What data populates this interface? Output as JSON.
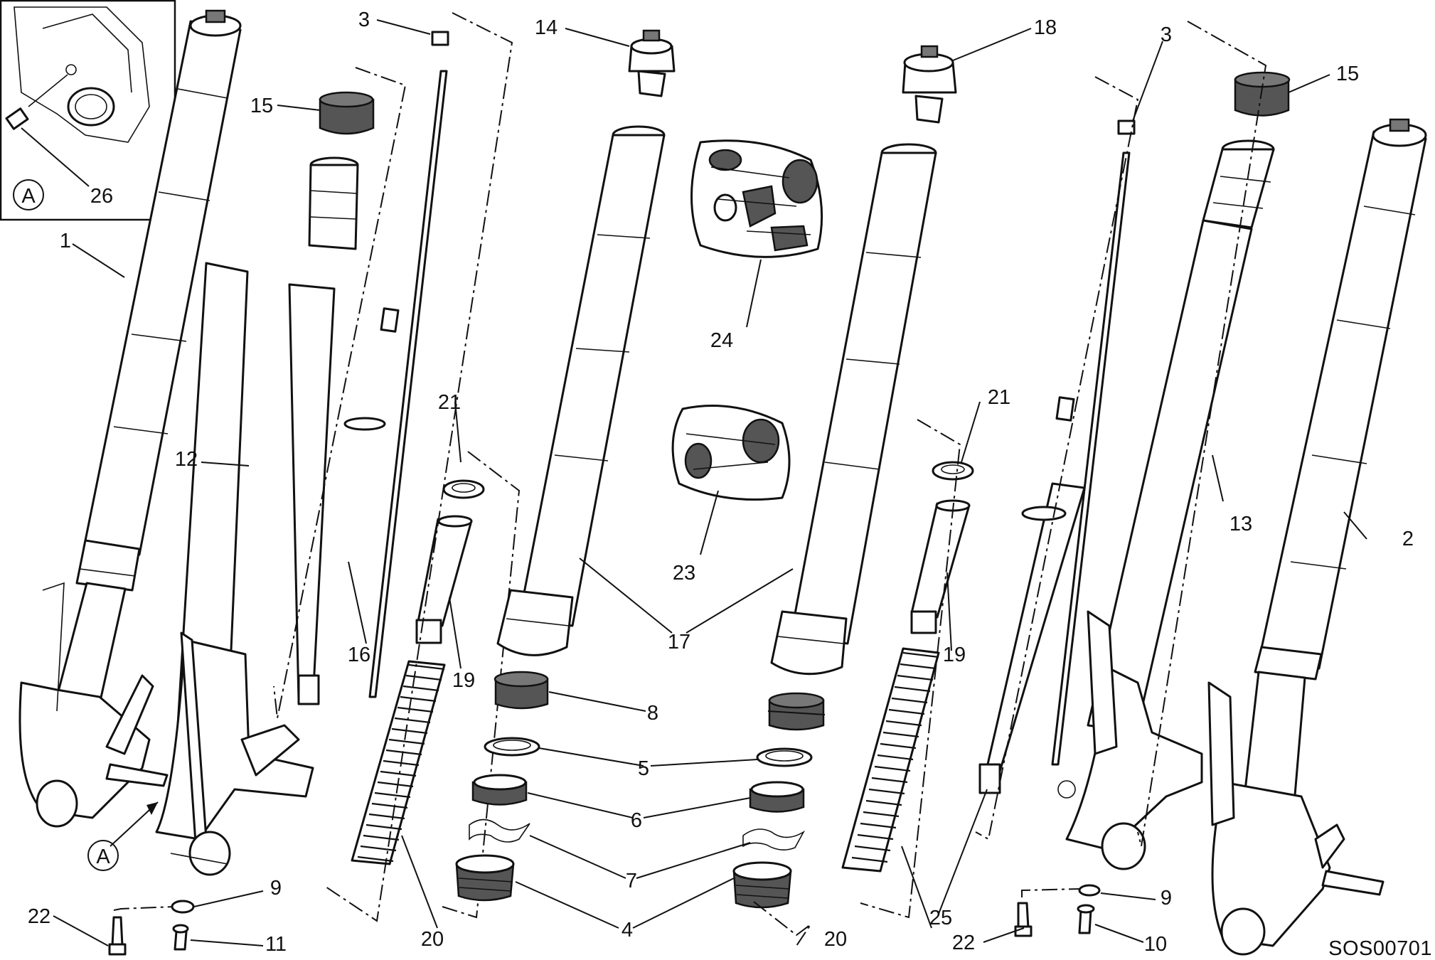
{
  "diagram": {
    "drawing_code": "SOS00701",
    "detail_marker": "A",
    "callouts": [
      "1",
      "2",
      "3",
      "3",
      "4",
      "5",
      "6",
      "7",
      "8",
      "9",
      "9",
      "10",
      "11",
      "12",
      "13",
      "14",
      "15",
      "15",
      "16",
      "17",
      "18",
      "19",
      "19",
      "20",
      "20",
      "21",
      "21",
      "22",
      "22",
      "23",
      "24",
      "25",
      "26"
    ]
  },
  "chart_data": null
}
